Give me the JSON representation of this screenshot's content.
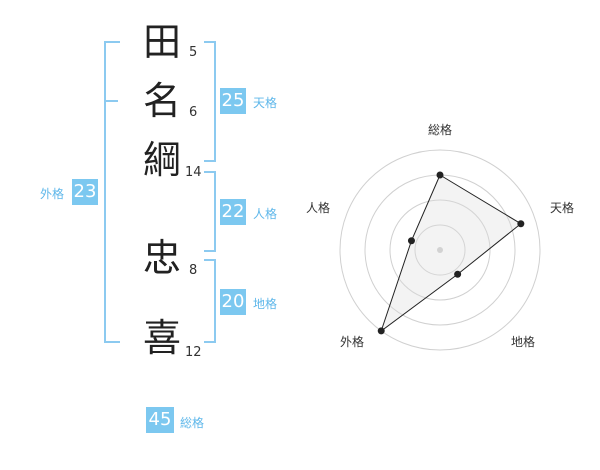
{
  "name_chars": [
    {
      "char": "田",
      "strokes": "5"
    },
    {
      "char": "名",
      "strokes": "6"
    },
    {
      "char": "綱",
      "strokes": "14"
    },
    {
      "char": "忠",
      "strokes": "8"
    },
    {
      "char": "喜",
      "strokes": "12"
    }
  ],
  "fortunes": {
    "tenkaku": {
      "value": "25",
      "label": "天格"
    },
    "jinkaku": {
      "value": "22",
      "label": "人格"
    },
    "chikaku": {
      "value": "20",
      "label": "地格"
    },
    "gaikaku": {
      "value": "23",
      "label": "外格"
    },
    "soukaku": {
      "value": "45",
      "label": "総格"
    }
  },
  "colors": {
    "accent": "#7cc8f0",
    "bracket": "#8ccaf0"
  },
  "chart_data": {
    "type": "radar",
    "axes": [
      "総格",
      "天格",
      "地格",
      "外格",
      "人格"
    ],
    "values": [
      0.75,
      0.85,
      0.3,
      1.0,
      0.3
    ],
    "rings": 4
  }
}
